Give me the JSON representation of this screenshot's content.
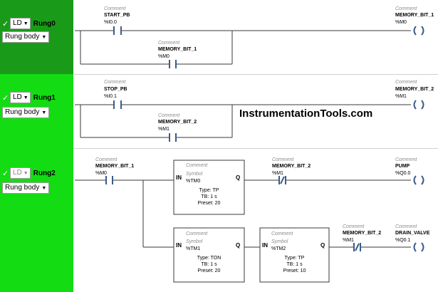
{
  "rungs": [
    {
      "ld_label": "LD",
      "name": "Rung0",
      "body_label": "Rung body",
      "contacts": [
        {
          "comment": "Comment",
          "name": "START_PB",
          "address": "%I0.0"
        },
        {
          "comment": "Comment",
          "name": "MEMORY_BIT_1",
          "address": "%M0"
        }
      ],
      "coil": {
        "comment": "Comment",
        "name": "MEMORY_BIT_1",
        "address": "%M0"
      }
    },
    {
      "ld_label": "LD",
      "name": "Rung1",
      "body_label": "Rung body",
      "contacts": [
        {
          "comment": "Comment",
          "name": "STOP_PB",
          "address": "%I0.1"
        },
        {
          "comment": "Comment",
          "name": "MEMORY_BIT_2",
          "address": "%M1"
        }
      ],
      "coil": {
        "comment": "Comment",
        "name": "MEMORY_BIT_2",
        "address": "%M1"
      }
    },
    {
      "ld_label": "LD",
      "name": "Rung2",
      "body_label": "Rung body",
      "contact_main": {
        "comment": "Comment",
        "name": "MEMORY_BIT_1",
        "address": "%M0"
      },
      "contact_top_nc": {
        "comment": "Comment",
        "name": "MEMORY_BIT_2",
        "address": "%M1"
      },
      "contact_bot_nc": {
        "comment": "Comment",
        "name": "MEMORY_BIT_2",
        "address": "%M1"
      },
      "timers": [
        {
          "comment": "Comment",
          "symbol": "Symbol",
          "address": "%TM0",
          "type": "Type: TP",
          "tb": "TB: 1 s",
          "preset": "Preset: 20",
          "in": "IN",
          "q": "Q"
        },
        {
          "comment": "Comment",
          "symbol": "Symbol",
          "address": "%TM1",
          "type": "Type: TON",
          "tb": "TB: 1 s",
          "preset": "Preset: 20",
          "in": "IN",
          "q": "Q"
        },
        {
          "comment": "Comment",
          "symbol": "Symbol",
          "address": "%TM2",
          "type": "Type: TP",
          "tb": "TB: 1 s",
          "preset": "Preset: 10",
          "in": "IN",
          "q": "Q"
        }
      ],
      "coil_top": {
        "comment": "Comment",
        "name": "PUMP",
        "address": "%Q0.0"
      },
      "coil_bot": {
        "comment": "Comment",
        "name": "DRAIN_VALVE",
        "address": "%Q0.1"
      }
    }
  ],
  "watermark": "InstrumentationTools.com",
  "colors": {
    "rung0_bg": "#199b19",
    "rung1_bg": "#13dc13",
    "rung2_bg": "#13dc13",
    "wire": "#3a3a3a",
    "contact": "#3b5b8a"
  },
  "icons": {
    "check": "check-icon",
    "dropdown": "caret-down-icon"
  }
}
